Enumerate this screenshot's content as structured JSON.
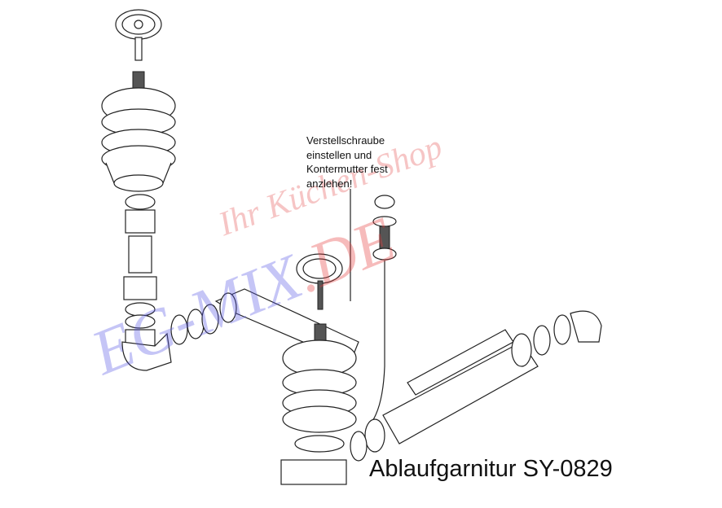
{
  "diagram": {
    "annotation": "Verstellschraube\neinstellen und\nKontermutter fest\nanzlehen!",
    "title": "Ablaufgarnitur SY-0829"
  },
  "watermark": {
    "line1": "Ihr Küchen-Shop",
    "line2_blue": "EG-MIX",
    "line2_red": ".DE"
  }
}
